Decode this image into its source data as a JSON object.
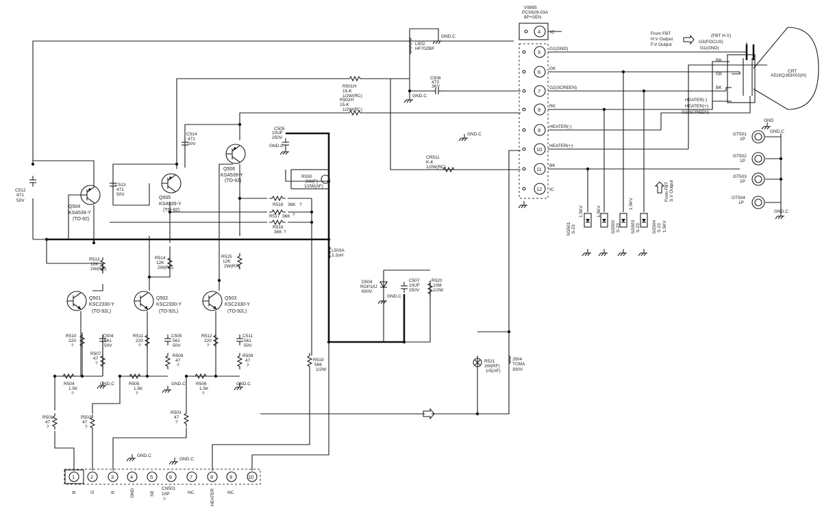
{
  "connector_top": {
    "ref": "V9995",
    "part": "PCS629-03A",
    "desc": "8P+SEN",
    "pins": [
      {
        "num": "4",
        "label": "IC"
      },
      {
        "num": "5",
        "label": "G1(GND)"
      },
      {
        "num": "6",
        "label": "GK"
      },
      {
        "num": "7",
        "label": "G2(SCREEN)"
      },
      {
        "num": "8",
        "label": "RK"
      },
      {
        "num": "9",
        "label": "HEATER(-)"
      },
      {
        "num": "10",
        "label": "HEATER(+)"
      },
      {
        "num": "11",
        "label": "BK"
      },
      {
        "num": "12",
        "label": "IC"
      }
    ]
  },
  "connector_bottom": {
    "ref": "CN501",
    "desc": "10P",
    "note": "?",
    "pins": [
      {
        "num": "1",
        "label": "B"
      },
      {
        "num": "2",
        "label": "G"
      },
      {
        "num": "3",
        "label": "R"
      },
      {
        "num": "4",
        "label": "GND"
      },
      {
        "num": "5",
        "label": "SE"
      },
      {
        "num": "6",
        "label": ""
      },
      {
        "num": "7",
        "label": "NC"
      },
      {
        "num": "8",
        "label": "HEATER"
      },
      {
        "num": "9",
        "label": "NC"
      },
      {
        "num": "10",
        "label": ""
      }
    ]
  },
  "transistors": [
    {
      "ref": "Q504",
      "part": "KSA539-Y",
      "pkg": "(TO-92)"
    },
    {
      "ref": "Q505",
      "part": "KSA539-Y",
      "pkg": "(TO-92)"
    },
    {
      "ref": "Q506",
      "part": "KSA539-Y",
      "pkg": "(TO-92)"
    },
    {
      "ref": "Q501",
      "part": "KSC2330-Y",
      "pkg": "(TO-92L)"
    },
    {
      "ref": "Q502",
      "part": "KSC2330-Y",
      "pkg": "(TO-92L)"
    },
    {
      "ref": "Q503",
      "part": "KSC2330-Y",
      "pkg": "(TO-92L)"
    }
  ],
  "resistors": [
    {
      "ref": "R501H",
      "value": "15-K",
      "rating": "1/2W(RC)"
    },
    {
      "ref": "R502H",
      "value": "15-K",
      "rating": "1/2W(RC)"
    },
    {
      "ref": "R513",
      "value": "12K",
      "rating": "2W(RS)"
    },
    {
      "ref": "R514",
      "value": "12K",
      "rating": "2W(RS)"
    },
    {
      "ref": "R515",
      "value": "12K",
      "rating": "2W(RS)"
    },
    {
      "ref": "R518",
      "value": "36K",
      "rating": "?"
    },
    {
      "ref": "R517",
      "value": "36K",
      "rating": "?"
    },
    {
      "ref": "R516",
      "value": "36K",
      "rating": "?"
    },
    {
      "ref": "R510",
      "value": "220",
      "rating": "?"
    },
    {
      "ref": "R511",
      "value": "220",
      "rating": "?"
    },
    {
      "ref": "R512",
      "value": "220",
      "rating": "?"
    },
    {
      "ref": "R507",
      "value": "47",
      "rating": "?"
    },
    {
      "ref": "R508",
      "value": "47",
      "rating": "?"
    },
    {
      "ref": "R509",
      "value": "47",
      "rating": "?"
    },
    {
      "ref": "R504",
      "value": "1.5K",
      "rating": "?"
    },
    {
      "ref": "R505",
      "value": "1.5K",
      "rating": "?"
    },
    {
      "ref": "R506",
      "value": "1.5K",
      "rating": "?"
    },
    {
      "ref": "R501",
      "value": "47",
      "rating": "?"
    },
    {
      "ref": "R502",
      "value": "47",
      "rating": "?"
    },
    {
      "ref": "R503",
      "value": "47",
      "rating": "?"
    },
    {
      "ref": "R519",
      "value": "56K",
      "rating": "1/2W"
    },
    {
      "ref": "R520",
      "value": "10M",
      "rating": "1/2W"
    },
    {
      "ref": "R521",
      "value": "2W(RF)",
      "rating": "1/5(AF)"
    },
    {
      "ref": "CR511",
      "value": "K-K",
      "rating": "1/2W(RC)"
    }
  ],
  "capacitors": [
    {
      "ref": "C508",
      "value": "473",
      "rating": "3KV"
    },
    {
      "ref": "C505",
      "value": "10UF",
      "rating": "250V"
    },
    {
      "ref": "C512",
      "value": "471",
      "rating": "50V"
    },
    {
      "ref": "C513",
      "value": "471",
      "rating": "50V"
    },
    {
      "ref": "C514",
      "value": "471",
      "rating": "50V"
    },
    {
      "ref": "C504",
      "value": "561",
      "rating": "50V"
    },
    {
      "ref": "C505",
      "value": "561",
      "rating": "50V"
    },
    {
      "ref": "C511",
      "value": "561",
      "rating": "50V"
    },
    {
      "ref": "C507",
      "value": "10UF",
      "rating": "250V"
    }
  ],
  "other_parts": [
    {
      "ref": "L502",
      "value": "HF70ZBF"
    },
    {
      "ref": "L503A",
      "value": "2.2uH"
    },
    {
      "ref": "D504",
      "value": "RGP10J",
      "rating": "600V"
    },
    {
      "ref": "R530",
      "value": "2W(F)",
      "rating": "1/2W(AF)"
    },
    {
      "ref": "J504",
      "value": "TCMA",
      "rating": "300V"
    }
  ],
  "spark_gaps": [
    {
      "ref": "SG501",
      "type": "S-23",
      "rating": "1.5KV"
    },
    {
      "ref": "SG502",
      "type": "S-23",
      "rating": "1.5KV"
    },
    {
      "ref": "SG503",
      "type": "S-23",
      "rating": "1.5KV"
    },
    {
      "ref": "SG504",
      "type": "S-23",
      "rating": "1.5KV"
    }
  ],
  "gnd_terminals": [
    {
      "ref": "GT501",
      "value": "1P"
    },
    {
      "ref": "GT502",
      "value": "1P"
    },
    {
      "ref": "GT503",
      "value": "1P"
    },
    {
      "ref": "GT504",
      "value": "1P"
    }
  ],
  "crt": {
    "label": "CRT",
    "part": "A51KQJ83X02(H)",
    "gnd": "GND",
    "pins": [
      "RK",
      "GK",
      "BK"
    ],
    "socket_labels": [
      "HEATER(-)",
      "HEATER(+)",
      "G2(SCREEN)"
    ],
    "top_labels": [
      "G3(FOCUS)",
      "G1(GND)"
    ],
    "fbt_hv": "(FBT H.V)"
  },
  "fbt": {
    "from_fbt": "From FBT",
    "hv_output": "H.V Output",
    "fv_output": "F.V Output",
    "sv_from": "From FBT",
    "sv_output": "S.V Output"
  },
  "ground_label": "GND.C"
}
